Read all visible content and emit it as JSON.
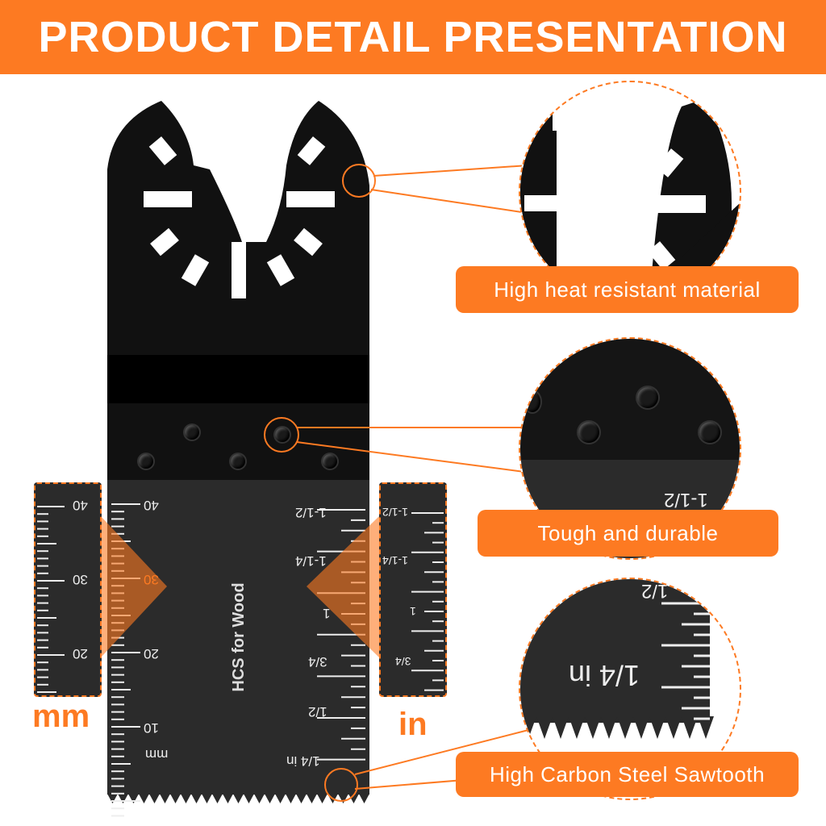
{
  "header": {
    "title": "PRODUCT DETAIL PRESENTATION"
  },
  "colors": {
    "accent": "#fd7a22",
    "blade": "#111111",
    "ruler": "#2b2b2b"
  },
  "features": [
    {
      "label": "High heat resistant material"
    },
    {
      "label": "Tough and durable"
    },
    {
      "label": "High Carbon Steel Sawtooth"
    }
  ],
  "blade": {
    "text": "HCS for Wood",
    "mm_labels": [
      "40",
      "30",
      "20",
      "10",
      "mm"
    ],
    "in_labels": [
      "1-1/2",
      "1-1/4",
      "1",
      "3/4",
      "1/2",
      "1/4 in"
    ]
  },
  "side_rulers": {
    "mm": {
      "unit": "mm",
      "labels": [
        "40",
        "30",
        "20"
      ]
    },
    "in": {
      "unit": "in",
      "labels": [
        "1-1/2",
        "1-1/4",
        "1",
        "3/4"
      ]
    }
  },
  "zoom_details": {
    "middle_label": "1-1/2",
    "bottom_labels": [
      "1/2",
      "1/4 in"
    ]
  }
}
